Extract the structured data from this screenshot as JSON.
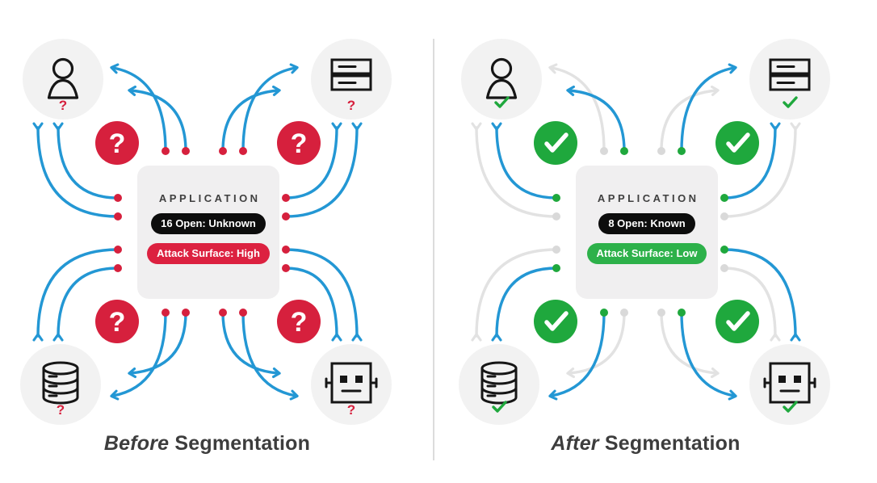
{
  "colors": {
    "blue": "#2397d4",
    "red": "#d6203d",
    "green": "#1fa83d",
    "arrow_blocked": "#e2e2e2",
    "dot_blocked": "#d9d9d9",
    "circle_bg": "#f2f2f2",
    "box_bg": "#f0eff0",
    "pill_black": "#0d0d0d",
    "icon_stroke": "#161616",
    "app_title_color": "#3f3f3f",
    "caption_color": "#3d3d3d",
    "divider": "#dcdcdc"
  },
  "panels": [
    {
      "id": "before",
      "caption_em": "Before",
      "caption_text": "Segmentation",
      "app_title": "APPLICATION",
      "open_pill": "16 Open: Unknown",
      "surface_pill": "Attack Surface: High",
      "surface_color": "#dc2140",
      "status_badge": "question",
      "corner_mark": "question",
      "corners": [
        {
          "pos": "tl",
          "icon": "user",
          "flows": [
            "unknown",
            "unknown",
            "unknown",
            "unknown"
          ]
        },
        {
          "pos": "tr",
          "icon": "server",
          "flows": [
            "unknown",
            "unknown",
            "unknown",
            "unknown"
          ]
        },
        {
          "pos": "bl",
          "icon": "database",
          "flows": [
            "unknown",
            "unknown",
            "unknown",
            "unknown"
          ]
        },
        {
          "pos": "br",
          "icon": "robot",
          "flows": [
            "unknown",
            "unknown",
            "unknown",
            "unknown"
          ]
        }
      ]
    },
    {
      "id": "after",
      "caption_em": "After",
      "caption_text": "Segmentation",
      "app_title": "APPLICATION",
      "open_pill": "8 Open: Known",
      "surface_pill": "Attack Surface: Low",
      "surface_color": "#2db14a",
      "status_badge": "check",
      "corner_mark": "check",
      "corners": [
        {
          "pos": "tl",
          "icon": "user",
          "flows": [
            "open",
            "blocked",
            "open",
            "blocked"
          ]
        },
        {
          "pos": "tr",
          "icon": "server",
          "flows": [
            "blocked",
            "open",
            "open",
            "blocked"
          ]
        },
        {
          "pos": "bl",
          "icon": "database",
          "flows": [
            "blocked",
            "open",
            "open",
            "blocked"
          ]
        },
        {
          "pos": "br",
          "icon": "robot",
          "flows": [
            "blocked",
            "open",
            "blocked",
            "open"
          ]
        }
      ]
    }
  ]
}
